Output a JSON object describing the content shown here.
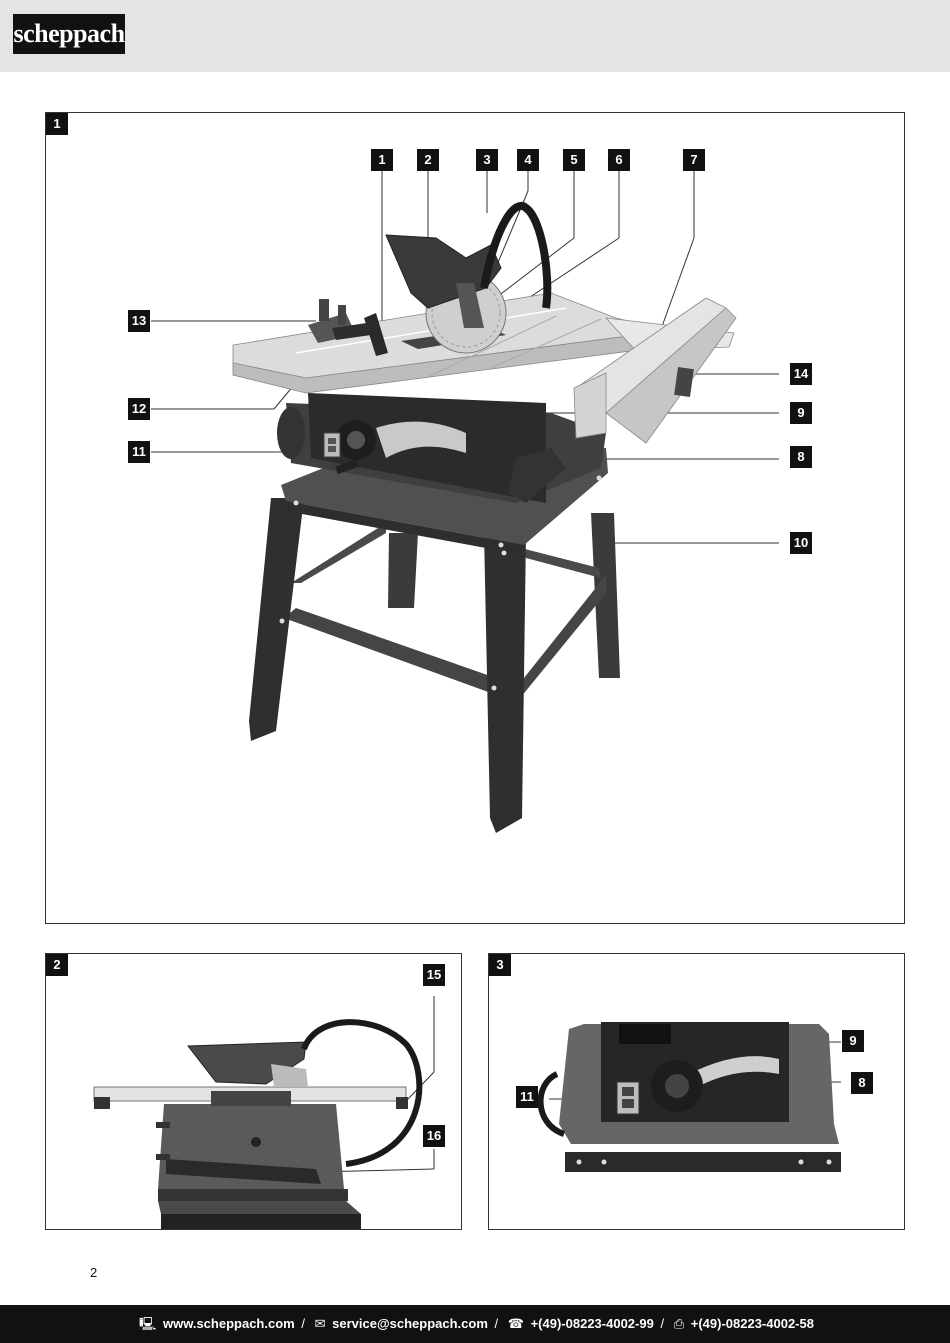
{
  "brand": {
    "logo_text": "scheppach"
  },
  "figures": [
    {
      "number": "1",
      "callouts": [
        "1",
        "2",
        "3",
        "4",
        "5",
        "6",
        "7",
        "13",
        "14",
        "12",
        "9",
        "11",
        "8",
        "10"
      ]
    },
    {
      "number": "2",
      "callouts": [
        "15",
        "16"
      ]
    },
    {
      "number": "3",
      "callouts": [
        "9",
        "8",
        "11"
      ]
    }
  ],
  "page_number": "2",
  "footer": {
    "web_icon": "computer-icon",
    "web": "www.scheppach.com",
    "mail_icon": "mail-icon",
    "email": "service@scheppach.com",
    "phone_icon": "phone-icon",
    "phone": "+(49)-08223-4002-99",
    "fax_icon": "fax-icon",
    "fax": "+(49)-08223-4002-58",
    "separator": "/"
  }
}
